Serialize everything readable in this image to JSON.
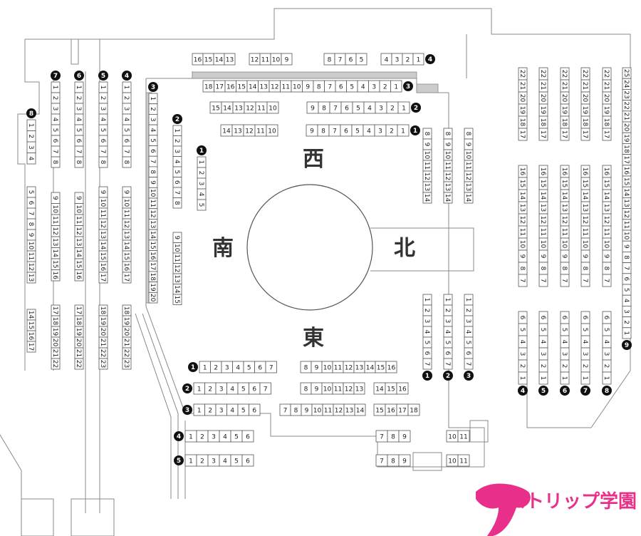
{
  "directions": {
    "west": "西",
    "north": "北",
    "south": "南",
    "east": "東"
  },
  "logo": {
    "text": "ストリップ学園"
  },
  "colors": {
    "badge": "#111111",
    "seat_border": "#555555",
    "wall": "#888888",
    "logo": "#e8308a"
  },
  "sections": {
    "top_rows": [
      {
        "name": "top-far-left",
        "seats": [
          "16",
          "15",
          "14",
          "13"
        ]
      },
      {
        "name": "top-mid-left",
        "seats": [
          "12",
          "11",
          "10",
          "9"
        ]
      },
      {
        "name": "top-mid-right",
        "seats": [
          "8",
          "7",
          "6",
          "5"
        ]
      },
      {
        "name": "top-far-right",
        "seats": [
          "4",
          "3",
          "2",
          "1"
        ],
        "badge": "4"
      },
      {
        "name": "west-row-3",
        "seats": [
          "18",
          "17",
          "16",
          "15",
          "14",
          "13",
          "12",
          "11",
          "10",
          "9",
          "8",
          "7",
          "6",
          "5",
          "4",
          "3",
          "2",
          "1"
        ],
        "badge": "3"
      },
      {
        "name": "west-row-2",
        "seats": [
          "15",
          "14",
          "13",
          "12",
          "11",
          "10",
          "9",
          "8",
          "7",
          "6",
          "5",
          "4",
          "3",
          "2",
          "1"
        ],
        "badge": "2"
      },
      {
        "name": "west-row-1",
        "seats": [
          "14",
          "13",
          "12",
          "11",
          "10",
          "9",
          "8",
          "7",
          "6",
          "5",
          "4",
          "3",
          "2",
          "1"
        ],
        "badge": "1"
      }
    ],
    "east_rows": [
      {
        "name": "east-row-1-left",
        "seats": [
          "1",
          "2",
          "3",
          "4",
          "5",
          "6",
          "7"
        ],
        "badge": "1"
      },
      {
        "name": "east-row-1-right",
        "seats": [
          "8",
          "9",
          "10",
          "11",
          "12",
          "13",
          "14",
          "15",
          "16"
        ]
      },
      {
        "name": "east-row-2-left",
        "seats": [
          "1",
          "2",
          "3",
          "4",
          "5",
          "6",
          "7"
        ],
        "badge": "2"
      },
      {
        "name": "east-row-2-mid",
        "seats": [
          "8",
          "9",
          "10",
          "11",
          "12",
          "13"
        ]
      },
      {
        "name": "east-row-2-right",
        "seats": [
          "14",
          "15",
          "16"
        ]
      },
      {
        "name": "east-row-3-left",
        "seats": [
          "1",
          "2",
          "3",
          "4",
          "5",
          "6"
        ],
        "badge": "3"
      },
      {
        "name": "east-row-3-mid",
        "seats": [
          "7",
          "8",
          "9",
          "10",
          "11",
          "12",
          "13",
          "14"
        ]
      },
      {
        "name": "east-row-3-right",
        "seats": [
          "15",
          "16",
          "17",
          "18"
        ]
      },
      {
        "name": "east-row-4",
        "seats": [
          "1",
          "2",
          "3",
          "4",
          "5",
          "6"
        ],
        "badge": "4"
      },
      {
        "name": "east-row-5",
        "seats": [
          "1",
          "2",
          "3",
          "4",
          "5",
          "6"
        ],
        "badge": "5"
      },
      {
        "name": "east-back-a1",
        "seats": [
          "7",
          "8",
          "9"
        ]
      },
      {
        "name": "east-back-a2",
        "seats": [
          "10",
          "11"
        ]
      },
      {
        "name": "east-back-b1",
        "seats": [
          "7",
          "8",
          "9"
        ]
      },
      {
        "name": "east-back-b2",
        "seats": [
          "10",
          "11"
        ]
      }
    ],
    "south_cols": [
      {
        "name": "south-col-3",
        "seats": [
          "1",
          "2",
          "3",
          "4",
          "5",
          "6",
          "7",
          "8",
          "9",
          "10",
          "11",
          "12",
          "13",
          "14",
          "15",
          "16",
          "17",
          "18",
          "19",
          "20"
        ],
        "badge": "3"
      },
      {
        "name": "south-col-2a",
        "seats": [
          "1",
          "2",
          "3",
          "4",
          "5",
          "6",
          "7",
          "8"
        ],
        "badge": "2"
      },
      {
        "name": "south-col-2b",
        "seats": [
          "9",
          "10",
          "11",
          "12",
          "13",
          "14",
          "15"
        ]
      },
      {
        "name": "south-col-1",
        "seats": [
          "1",
          "2",
          "3",
          "4",
          "5"
        ],
        "badge": "1"
      }
    ],
    "north_inner_cols": [
      {
        "name": "north-col-1a",
        "seats": [
          "8",
          "9",
          "10",
          "11",
          "12",
          "13",
          "14"
        ]
      },
      {
        "name": "north-col-1b",
        "seats": [
          "1",
          "2",
          "3",
          "4",
          "5",
          "6",
          "7"
        ],
        "badge": "1"
      },
      {
        "name": "north-col-2a",
        "seats": [
          "8",
          "9",
          "10",
          "11",
          "12",
          "13",
          "14"
        ]
      },
      {
        "name": "north-col-2b",
        "seats": [
          "1",
          "2",
          "3",
          "4",
          "5",
          "6",
          "7"
        ],
        "badge": "2"
      },
      {
        "name": "north-col-3a",
        "seats": [
          "8",
          "9",
          "10",
          "11",
          "12",
          "13",
          "14"
        ]
      },
      {
        "name": "north-col-3b",
        "seats": [
          "1",
          "2",
          "3",
          "4",
          "5",
          "6",
          "7"
        ],
        "badge": "3"
      }
    ],
    "north_outer_cols": [
      {
        "name": "north-outer-4",
        "seats": [
          "1",
          "2",
          "3",
          "4",
          "5",
          "6",
          "7",
          "8",
          "9",
          "10",
          "11",
          "12",
          "13",
          "14",
          "15",
          "16",
          "17",
          "18",
          "19",
          "20",
          "21",
          "22"
        ],
        "badge": "4"
      },
      {
        "name": "north-outer-5",
        "seats": [
          "1",
          "2",
          "3",
          "4",
          "5",
          "6",
          "7",
          "8",
          "9",
          "10",
          "11",
          "12",
          "13",
          "14",
          "15",
          "16",
          "17",
          "18",
          "19",
          "20",
          "21",
          "22"
        ],
        "badge": "5"
      },
      {
        "name": "north-outer-6",
        "seats": [
          "1",
          "2",
          "3",
          "4",
          "5",
          "6",
          "7",
          "8",
          "9",
          "10",
          "11",
          "12",
          "13",
          "14",
          "15",
          "16",
          "17",
          "18",
          "19",
          "20",
          "21",
          "22"
        ],
        "badge": "6"
      },
      {
        "name": "north-outer-7",
        "seats": [
          "1",
          "2",
          "3",
          "4",
          "5",
          "6",
          "7",
          "8",
          "9",
          "10",
          "11",
          "12",
          "13",
          "14",
          "15",
          "16",
          "17",
          "18",
          "19",
          "20",
          "21",
          "22"
        ],
        "badge": "7"
      },
      {
        "name": "north-outer-8",
        "seats": [
          "1",
          "2",
          "3",
          "4",
          "5",
          "6",
          "7",
          "8",
          "9",
          "10",
          "11",
          "12",
          "13",
          "14",
          "15",
          "16",
          "17",
          "18",
          "19",
          "20",
          "21",
          "22"
        ],
        "badge": "8"
      },
      {
        "name": "north-outer-9",
        "seats": [
          "1",
          "2",
          "3",
          "4",
          "5",
          "6",
          "7",
          "8",
          "9",
          "10",
          "11",
          "12",
          "13",
          "14",
          "15",
          "16",
          "17",
          "18",
          "19",
          "20",
          "21",
          "22",
          "23",
          "24",
          "25"
        ],
        "badge": "9"
      }
    ],
    "left_cols": [
      {
        "name": "left-col-7a",
        "seats": [
          "1",
          "2",
          "3",
          "4",
          "5",
          "6",
          "7",
          "8"
        ],
        "badge": "7"
      },
      {
        "name": "left-col-7b",
        "seats": [
          "9",
          "10",
          "11",
          "12",
          "13",
          "14",
          "15",
          "16"
        ]
      },
      {
        "name": "left-col-7c",
        "seats": [
          "17",
          "18",
          "19",
          "20",
          "21",
          "22"
        ]
      },
      {
        "name": "left-col-6a",
        "seats": [
          "1",
          "2",
          "3",
          "4",
          "5",
          "6",
          "7",
          "8"
        ],
        "badge": "6"
      },
      {
        "name": "left-col-6b",
        "seats": [
          "9",
          "10",
          "11",
          "12",
          "13",
          "14",
          "15",
          "16"
        ]
      },
      {
        "name": "left-col-6c",
        "seats": [
          "17",
          "18",
          "19",
          "20",
          "21",
          "22"
        ]
      },
      {
        "name": "left-col-5a",
        "seats": [
          "1",
          "2",
          "3",
          "4",
          "5",
          "6",
          "7",
          "8"
        ],
        "badge": "5"
      },
      {
        "name": "left-col-5b",
        "seats": [
          "9",
          "10",
          "11",
          "12",
          "13",
          "14",
          "15",
          "16",
          "17"
        ]
      },
      {
        "name": "left-col-5c",
        "seats": [
          "18",
          "19",
          "20",
          "21",
          "22",
          "23"
        ]
      },
      {
        "name": "left-col-4a",
        "seats": [
          "1",
          "2",
          "3",
          "4",
          "5",
          "6",
          "7",
          "8"
        ],
        "badge": "4"
      },
      {
        "name": "left-col-4b",
        "seats": [
          "9",
          "10",
          "11",
          "12",
          "13",
          "14",
          "15",
          "16",
          "17"
        ]
      },
      {
        "name": "left-col-4c",
        "seats": [
          "18",
          "19",
          "20",
          "21",
          "22",
          "23"
        ]
      },
      {
        "name": "left-col-8a",
        "seats": [
          "1",
          "2",
          "3",
          "4"
        ],
        "badge": "8"
      },
      {
        "name": "left-col-8b",
        "seats": [
          "5",
          "6",
          "7",
          "8",
          "9",
          "10",
          "11",
          "12",
          "13"
        ]
      },
      {
        "name": "left-col-8c",
        "seats": [
          "14",
          "15",
          "16",
          "17"
        ]
      }
    ]
  }
}
